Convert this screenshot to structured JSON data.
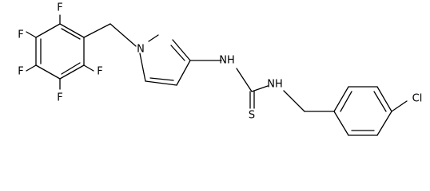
{
  "molecule": {
    "atom_labels": {
      "f_top": "F",
      "f_upper_left": "F",
      "f_lower_left": "F",
      "f_bottom": "F",
      "f_lower_right": "F",
      "pyrazole_n": "N",
      "amine_nh_left": "NH",
      "amine_nh_right": "NH",
      "thione_s": "S",
      "chloro": "Cl"
    }
  }
}
